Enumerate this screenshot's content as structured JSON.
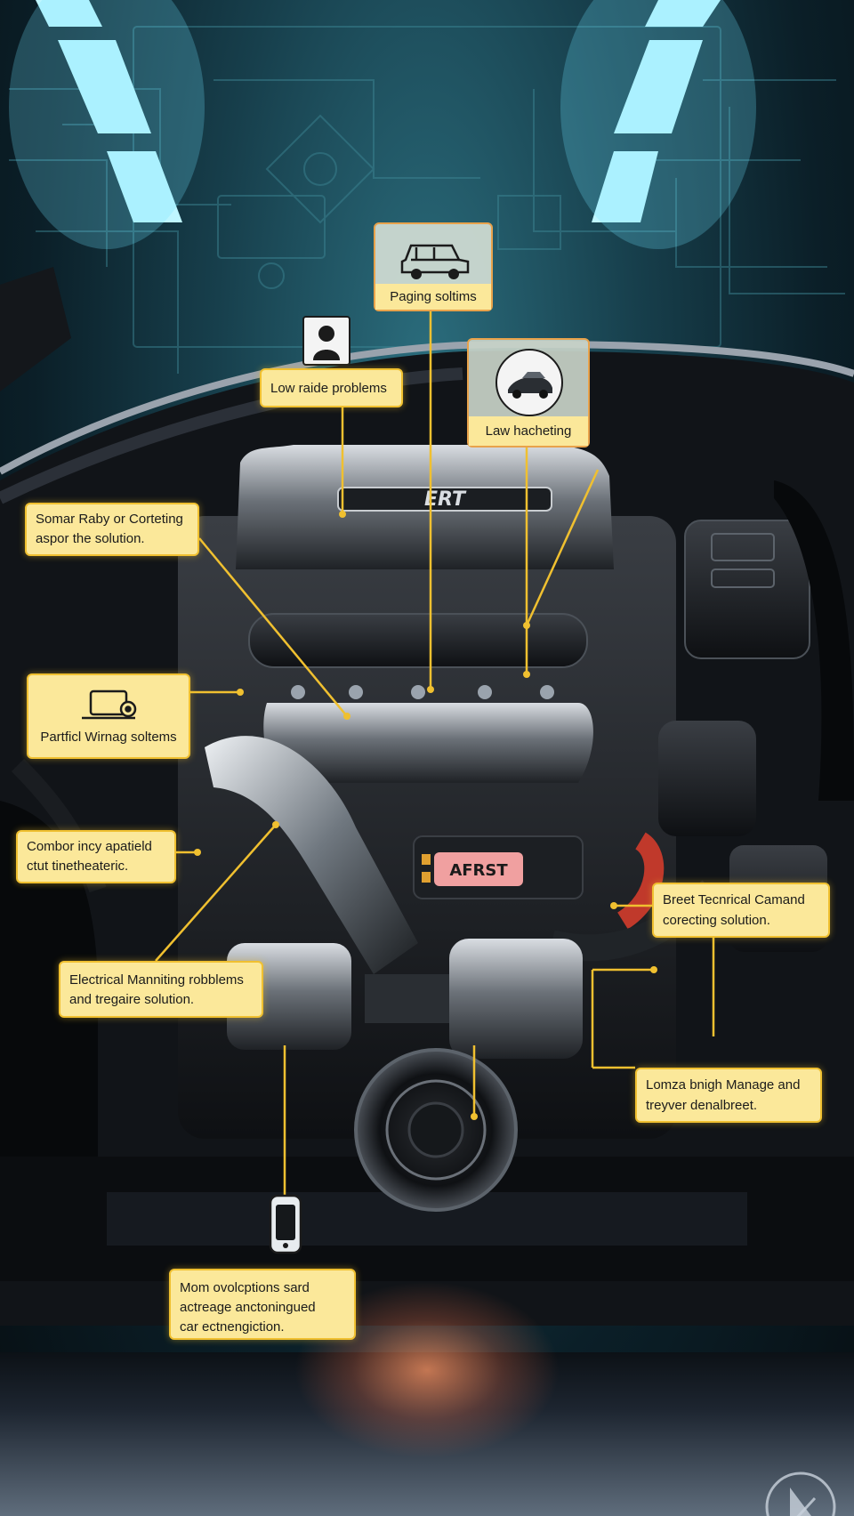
{
  "labels": {
    "paging_solutions": "Paging soltims",
    "low_raide": "Low raide problems",
    "law_hacheting": "Law hacheting",
    "sonar_raby": "Somar Raby or Corteting\naspor the solution.",
    "partficl_wirnag": "Partficl Wirnag soltems",
    "comboor": "Combor incy apatield\nctut tinetheateric.",
    "electrical": "Electrical Manniting robblems\nand tregaire solution.",
    "breet_technical": "Breet Tecnrical Camand\ncorecting solution.",
    "lomrza": "Lomza bnigh Manage and\ntreyver denalbreet.",
    "mom_ovolcptions": "Mom ovolcptions sard\nactreage anctoningued\ncar ectnengiction."
  },
  "engine": {
    "cover_text": "ERT",
    "badge_text": "AFRST"
  },
  "colors": {
    "label_fill": "#fbe89a",
    "label_border": "#f0c030",
    "leader_line": "#f0c030",
    "ceiling_light": "#bff6ff"
  },
  "icons": [
    "car-icon",
    "person-icon",
    "sports-car-icon",
    "laptop-icon",
    "phone-icon",
    "logo-icon"
  ]
}
